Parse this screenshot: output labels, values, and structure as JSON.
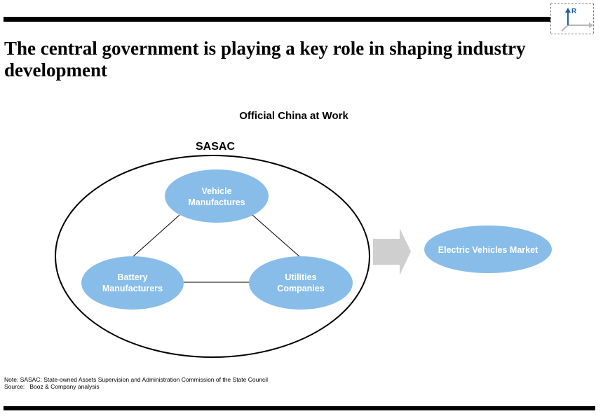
{
  "header": {
    "title": "The central government is playing a key role in shaping industry development",
    "logo_letter": "R"
  },
  "diagram": {
    "subtitle": "Official China at Work",
    "container_label": "SASAC",
    "nodes": [
      {
        "id": "vehicle",
        "lines": [
          "Vehicle",
          "Manufactures"
        ]
      },
      {
        "id": "battery",
        "lines": [
          "Battery",
          "Manufacturers"
        ]
      },
      {
        "id": "utilities",
        "lines": [
          "Utilities",
          "Companies"
        ]
      }
    ],
    "target": {
      "id": "ev-market",
      "lines": [
        "Electric Vehicles Market"
      ]
    },
    "colors": {
      "node_fill": "#87bde8",
      "node_text": "#ffffff",
      "arrow_fill": "#cfcfcf",
      "outline": "#000000"
    }
  },
  "footer": {
    "note": "Note: SASAC: State-owned Assets Supervision and Administration Commission of the State Council",
    "source": "Source:   Booz & Company analysis"
  }
}
